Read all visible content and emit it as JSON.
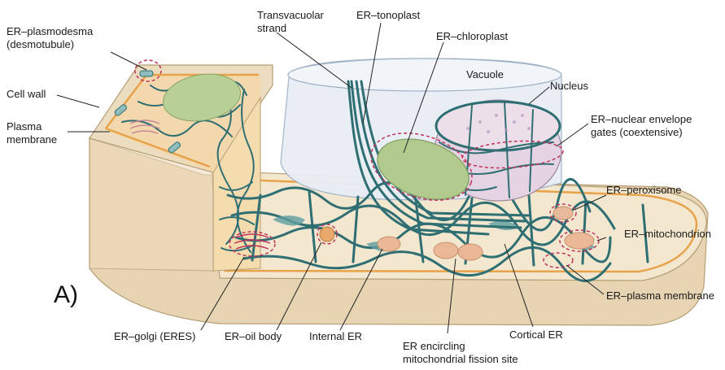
{
  "panel_label": "A)",
  "labels": {
    "er_plasmodesma_1": "ER–plasmodesma",
    "er_plasmodesma_2": "(desmotubule)",
    "cell_wall": "Cell wall",
    "plasma_membrane_1": "Plasma",
    "plasma_membrane_2": "membrane",
    "transvacuolar_1": "Transvacuolar",
    "transvacuolar_2": "strand",
    "er_tonoplast": "ER–tonoplast",
    "er_chloroplast": "ER–chloroplast",
    "vacuole": "Vacuole",
    "nucleus": "Nucleus",
    "er_nuclear_1": "ER–nuclear envelope",
    "er_nuclear_2": "gates (coextensive)",
    "er_peroxisome": "ER–peroxisome",
    "er_mitochondrion": "ER–mitochondrion",
    "er_plasma_membrane": "ER–plasma membrane",
    "er_golgi": "ER–golgi (ERES)",
    "er_oil_body": "ER–oil body",
    "internal_er": "Internal ER",
    "er_fission_1": "ER encircling",
    "er_fission_2": "mitochondrial fission site",
    "cortical_er": "Cortical ER"
  },
  "colors": {
    "er": "#2f6f73",
    "cell_wall": "#e9d9bc",
    "membrane": "#e7a24a",
    "cytoplasm": "#f1e6cc",
    "vacuole": "#e6edf5",
    "nucleus": "#e6d6e6",
    "chloroplast": "#aec98a",
    "organelle": "#e8b994",
    "highlight": "#c0335b"
  }
}
